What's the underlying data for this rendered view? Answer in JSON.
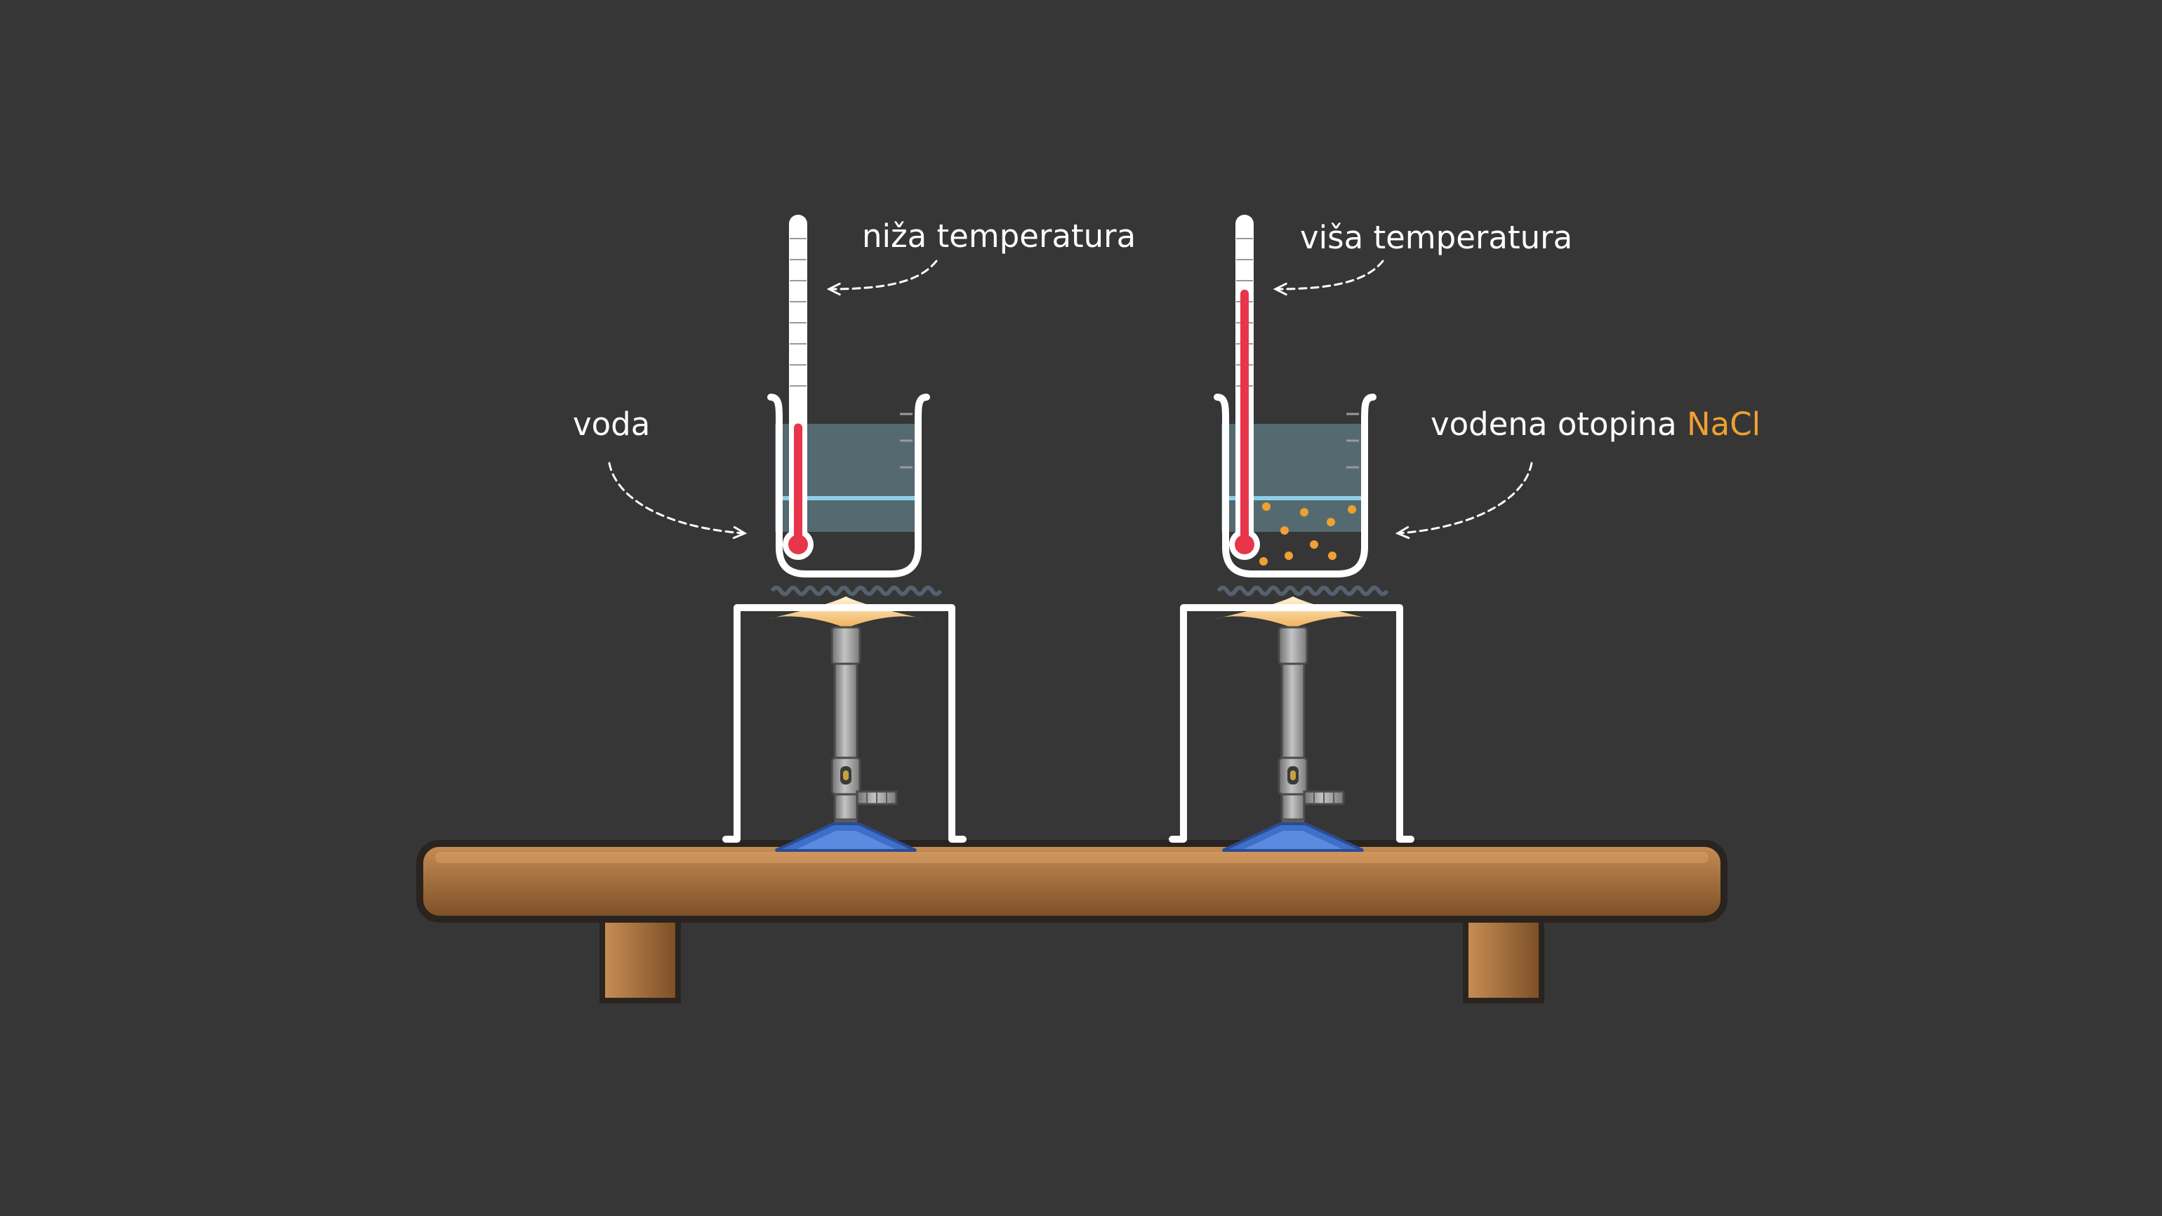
{
  "labels": {
    "left_thermometer": "niža temperatura",
    "right_thermometer": "viša temperatura",
    "left_liquid": "voda",
    "right_liquid_prefix": "vodena otopina ",
    "right_liquid_formula": "NaCl"
  },
  "colors": {
    "background": "#363636",
    "outline": "#ffffff",
    "mercury": "#e8354a",
    "liquid": "#546a70",
    "liquid_surface": "#8ecfe8",
    "salt_particles": "#f0a030",
    "formula_highlight": "#f0a030",
    "table_wood": "#a8703f",
    "burner_base": "#3f6fc8",
    "burner_metal": "#9a9a9a"
  },
  "thermometers": {
    "left_fill_fraction": 0.38,
    "right_fill_fraction": 0.8
  },
  "icons": {
    "heat_source": "bunsen-burner-icon",
    "stand": "tripod-stand-icon",
    "gauze": "wire-gauze-icon",
    "container": "beaker-icon",
    "instrument": "thermometer-icon",
    "furniture": "lab-table-icon"
  }
}
